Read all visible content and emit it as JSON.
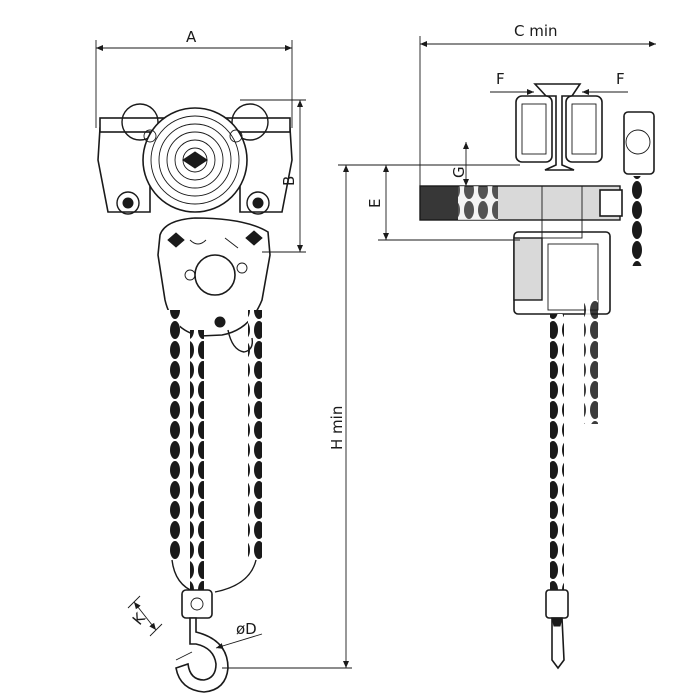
{
  "dimensions": {
    "A": "A",
    "B": "B",
    "C": "C min",
    "E": "E",
    "F_left": "F",
    "F_right": "F",
    "G": "G",
    "H": "H min",
    "K": "K",
    "D": "øD"
  }
}
